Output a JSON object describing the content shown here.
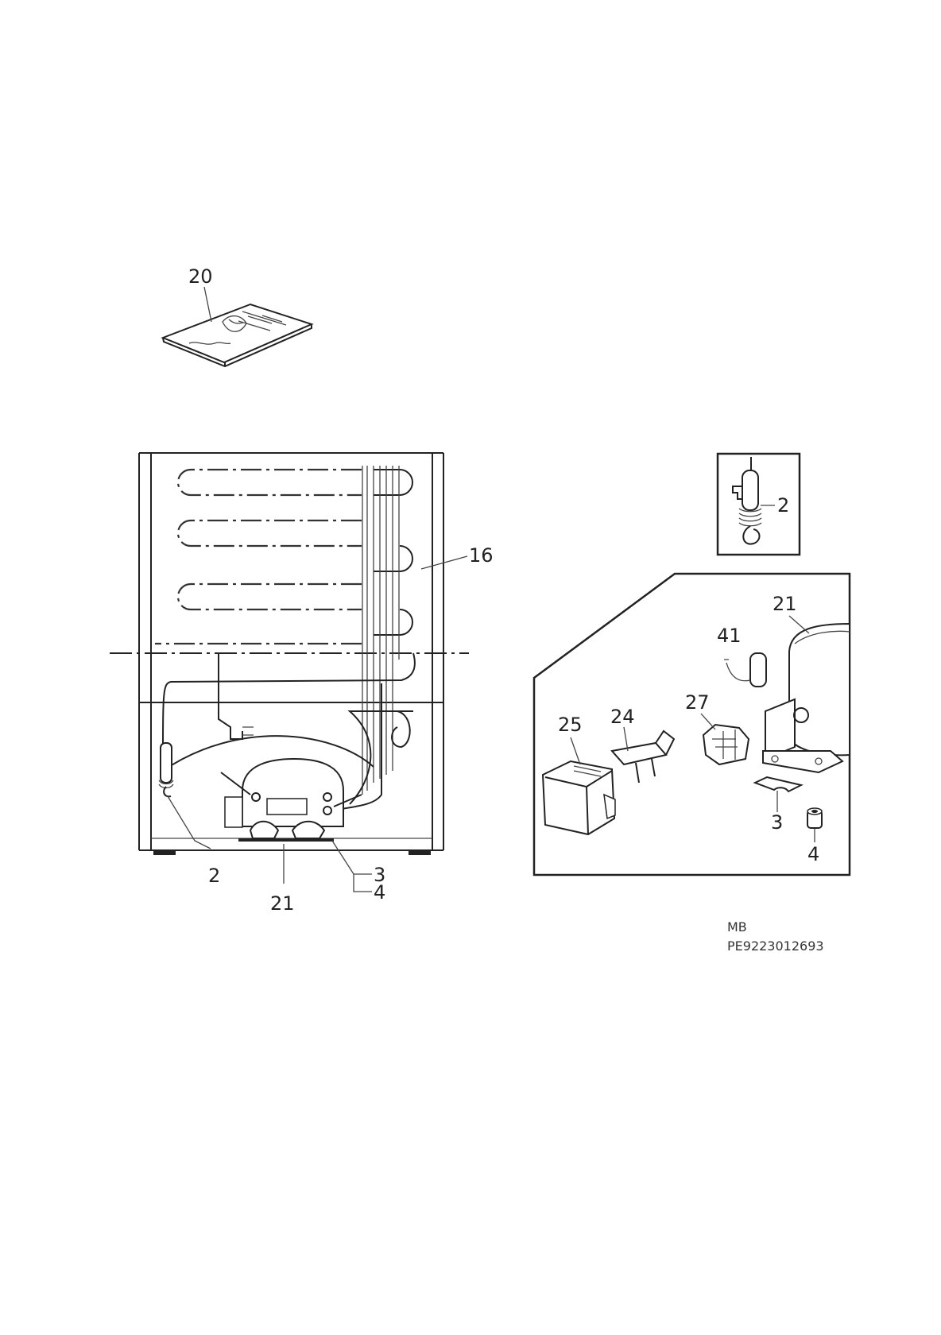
{
  "callouts": {
    "manual": "20",
    "condenser": "16",
    "inset_clip": "2",
    "main_clip": "2",
    "main_compressor": "21",
    "main_grommet": "3",
    "main_sleeve": "4",
    "kit_compressor": "21",
    "kit_capacitor": "41",
    "kit_relay": "27",
    "kit_overload": "24",
    "kit_cover": "25",
    "kit_grommet": "3",
    "kit_sleeve": "4"
  },
  "footer": {
    "model_code": "MB",
    "document_number": "PE9223012693"
  }
}
